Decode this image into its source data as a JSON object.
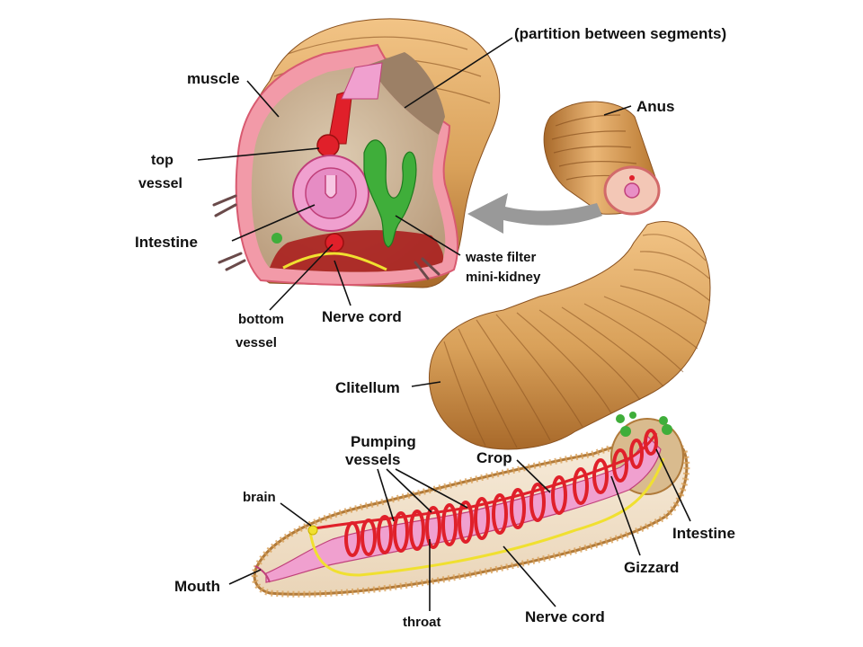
{
  "labels": {
    "partition": "(partition between segments)",
    "muscle": "muscle",
    "anus": "Anus",
    "top_vessel_1": "top",
    "top_vessel_2": "vessel",
    "intestine_cross": "Intestine",
    "waste_filter_1": "waste filter",
    "waste_filter_2": "mini-kidney",
    "bottom_vessel_1": "bottom",
    "bottom_vessel_2": "vessel",
    "nerve_cord_cross": "Nerve cord",
    "clitellum": "Clitellum",
    "pumping_1": "Pumping",
    "pumping_2": "vessels",
    "crop": "Crop",
    "brain": "brain",
    "intestine_body": "Intestine",
    "gizzard": "Gizzard",
    "mouth": "Mouth",
    "throat": "throat",
    "nerve_cord_body": "Nerve cord"
  },
  "colors": {
    "body_skin": "#d9a15a",
    "body_shade": "#b8772f",
    "muscle_pink": "#f29aa8",
    "interior_tan": "#c9b193",
    "blood_red": "#e0202a",
    "intestine_pink": "#f0a0cf",
    "kidney_green": "#3fae3a",
    "nerve_yellow": "#f0e030",
    "arrow_gray": "#999999"
  }
}
